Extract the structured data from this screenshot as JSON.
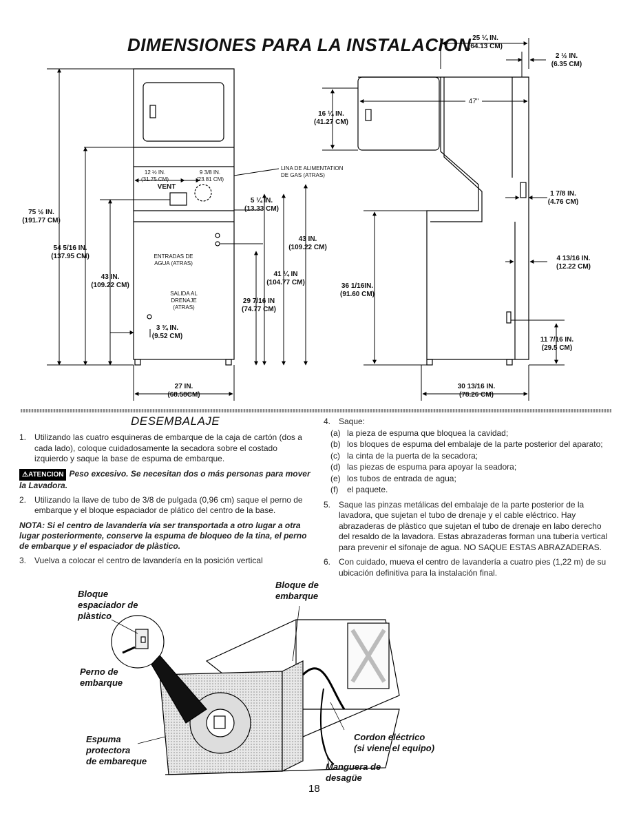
{
  "header": {
    "title": "DIMENSIONES PARA LA INSTALACION"
  },
  "front_view": {
    "dim_75": [
      "75 ½ IN.",
      "(191.77 CM)"
    ],
    "dim_54": [
      "54 5/16 IN.",
      "(137.95 CM)"
    ],
    "dim_43_left": [
      "43 IN.",
      "(109.22 CM)"
    ],
    "dim_12": [
      "12 ½ IN.",
      "(31.75 CM)"
    ],
    "dim_9": [
      "9 3/8 IN.",
      "(23.81 CM)"
    ],
    "vent": "VENT",
    "gas_line": [
      "LINA DE ALIMENTATION",
      "DE GAS (ATRAS)"
    ],
    "dim_5": [
      "5 ¼ IN.",
      "(13.33 CM)"
    ],
    "dim_43_right": [
      "43 IN.",
      "(109.22 CM)"
    ],
    "water_inlets": [
      "ENTRADAS DE",
      "AGUA (ATRAS)"
    ],
    "dim_41": [
      "41 ¼ IN",
      "(104.77 CM)"
    ],
    "drain": [
      "SALIDA AL",
      "DRENAJE",
      "(ATRAS)"
    ],
    "dim_29": [
      "29 7/16 IN",
      "(74.77 CM)"
    ],
    "dim_3": [
      "3 ¾ IN.",
      "(9.52 CM)"
    ],
    "dim_27": [
      "27 IN.",
      "(68.58CM)"
    ]
  },
  "side_view": {
    "dim_25": [
      "25 ¼ IN.",
      "(64.13 CM)"
    ],
    "dim_2": [
      "2 ½ IN.",
      "(6.35 CM)"
    ],
    "dim_47": "47\"",
    "dim_16": [
      "16 ¼ IN.",
      "(41.27 CM)"
    ],
    "dim_1_7_8": [
      "1 7/8 IN.",
      "(4.76 CM)"
    ],
    "dim_4": [
      "4 13/16 IN.",
      "(12.22 CM)"
    ],
    "dim_36": [
      "36 1/16IN.",
      "(91.60 CM)"
    ],
    "dim_11": [
      "11 7/16 IN.",
      "(29.5 CM)"
    ],
    "dim_30": [
      "30 13/16 IN.",
      "(78.26 CM)"
    ]
  },
  "unpacking": {
    "title": "DESEMBALAJE",
    "step1": "Utilizando las cuatro esquineras de embarque de la caja de cartón (dos a cada lado), coloque cuidadosamente la secadora sobre el costado izquierdo y saque la base de espuma de embarque.",
    "warning_badge": "ATENCION",
    "warning_text": "Peso excesivo. Se necesitan dos o más personas para mover la Lavadora.",
    "step2": "Utilizando la llave de tubo de 3/8 de pulgada (0,96 cm) saque el perno de embarque y el bloque espaciador de plático del centro de la base.",
    "note": "NOTA: Si el centro de lavandería vía ser transportada a otro lugar a otra lugar posteriormente, conserve la espuma de bloqueo de la tina, el perno de embarque y el espaciador de plàstico.",
    "step3": "Vuelva a colocar el centro de lavandería en la posición vertical",
    "step4_intro": "Saque:",
    "step4_items": [
      {
        "letter": "(a)",
        "text": "la pieza de espuma que bloquea la cavidad;"
      },
      {
        "letter": "(b)",
        "text": "los bloques de espuma del embalaje de la parte posterior del aparato;"
      },
      {
        "letter": "(c)",
        "text": "la cinta de la puerta de la secadora;"
      },
      {
        "letter": "(d)",
        "text": "las piezas de espuma para apoyar la seadora;"
      },
      {
        "letter": "(e)",
        "text": "los tubos de entrada de agua;"
      },
      {
        "letter": "(f)",
        "text": "el paquete."
      }
    ],
    "step5": "Saque las pinzas metálicas del embalaje de la parte posterior de la lavadora, que sujetan el tubo de drenaje y el cable eléctrico. Hay abrazaderas de plàstico que sujetan el tubo de drenaje en labo derecho del resaldo de la lavadora. Estas abrazaderas forman una tubería vertical para prevenir el sifonaje de agua. NO SAQUE ESTAS ABRAZADERAS.",
    "step6": "Con cuidado, mueva el centro de lavandería a cuatro pies (1,22 m) de su ubicación definitiva para la instalación final."
  },
  "illustration": {
    "bloque_espaciador": [
      "Bloque",
      "espaciador de",
      "plàstico"
    ],
    "bloque_embarque": [
      "Bloque de",
      "embarque"
    ],
    "perno": [
      "Perno de",
      "embarque"
    ],
    "espuma": [
      "Espuma",
      "protectora",
      "de embareque"
    ],
    "cordon": [
      "Cordon eléctrico",
      "(si viene el equipo)"
    ],
    "manguera": [
      "Manguera de",
      "desagüe"
    ]
  },
  "footer": {
    "page_number": "18"
  }
}
